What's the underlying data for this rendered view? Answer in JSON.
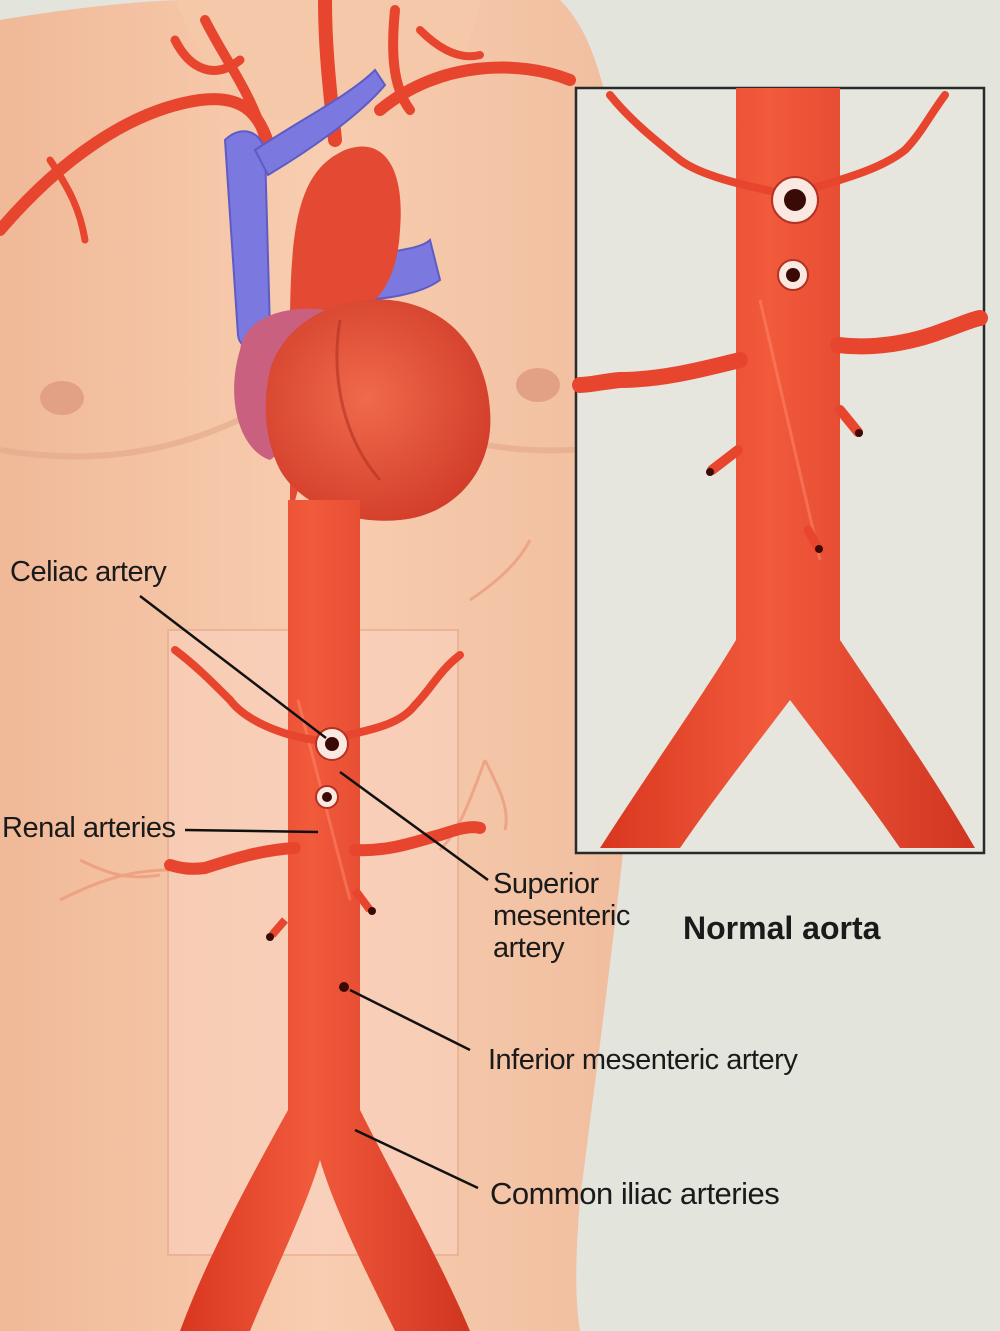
{
  "labels": {
    "celiac": "Celiac artery",
    "renal": "Renal arteries",
    "superior_mesenteric": "Superior\nmesenteric\nartery",
    "inferior_mesenteric": "Inferior mesenteric artery",
    "common_iliac": "Common iliac arteries"
  },
  "inset": {
    "title": "Normal aorta"
  },
  "colors": {
    "background": "#e3e4dc",
    "skin": "#f4c2a4",
    "artery": "#e8452e",
    "vein": "#7b78e0",
    "heart_atrium": "#c9607f",
    "leader_line": "#111111"
  }
}
